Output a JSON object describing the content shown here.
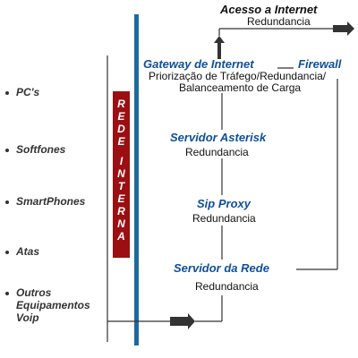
{
  "devices": [
    "PC's",
    "Softfones",
    "SmartPhones",
    "Atas",
    "Outros",
    "Equipamentos",
    "Voip"
  ],
  "rede_interna": [
    "R",
    "E",
    "D",
    "E",
    "I",
    "N",
    "T",
    "E",
    "R",
    "N",
    "A"
  ],
  "internet": {
    "title": "Acesso a Internet",
    "sub": "Redundancia"
  },
  "gateway": {
    "title": "Gateway de Internet",
    "firewall": "Firewall",
    "line1": "Priorização de Tráfego/Redundancia/",
    "line2": "Balanceamento de Carga"
  },
  "asterisk": {
    "title": "Servidor Asterisk",
    "sub": "Redundancia"
  },
  "sip": {
    "title": "Sip Proxy",
    "sub": "Redundancia"
  },
  "rede": {
    "title": "Servidor da Rede",
    "sub": "Redundancia"
  },
  "colors": {
    "blue": "#0f4f9a",
    "red": "#9b0f12",
    "line": "#333333",
    "bar": "#1d6a9c"
  }
}
